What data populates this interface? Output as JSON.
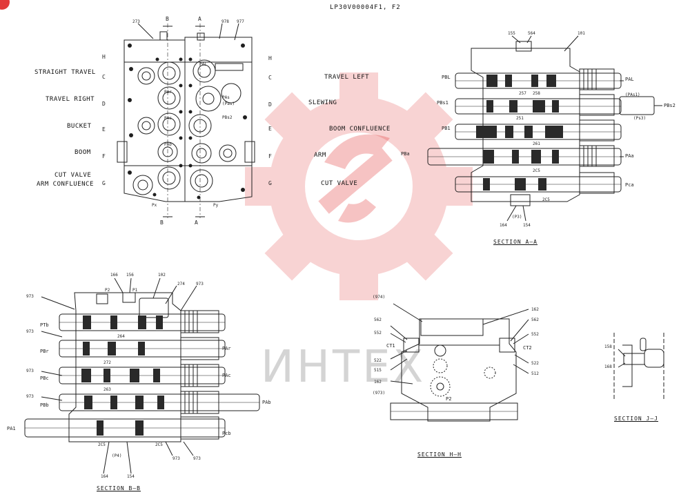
{
  "drawing_number": "LP30V00004F1, F2",
  "colors": {
    "line": "#1f1f1f",
    "watermark": "#e23b3b",
    "watermark_text": "#b7b7b7"
  },
  "watermark": {
    "brand": "ИНТЕХ",
    "icon": "gear-wrench-logo"
  },
  "top_view": {
    "section_marks_top": [
      "B",
      "A"
    ],
    "section_marks_bottom": [
      "B",
      "A"
    ],
    "port_labels_bottom": [
      "Px",
      "Py"
    ],
    "part_numbers": [
      "273",
      "978",
      "977"
    ],
    "rows": [
      {
        "label": "STRAIGHT TRAVEL",
        "mark_left": "H",
        "mark_right": "H"
      },
      {
        "label": "",
        "mark_left": "C",
        "mark_right": "C"
      },
      {
        "label": "TRAVEL RIGHT",
        "mark_left": "D",
        "mark_right": "D"
      },
      {
        "label": "BUCKET",
        "mark_left": "E",
        "mark_right": "E"
      },
      {
        "label": "BOOM",
        "mark_left": "F",
        "mark_right": "F"
      },
      {
        "label": "CUT VALVE",
        "mark_left": "G",
        "mark_right": "G"
      }
    ],
    "extra_label": "ARM CONFLUENCE",
    "right_labels": [
      "TRAVEL LEFT",
      "SLEWING",
      "BOOM CONFLUENCE",
      "ARM",
      "CUT VALVE"
    ],
    "port_texts": [
      "PAL",
      "PAr",
      "PAc",
      "PAb",
      "PAs",
      "PBs2",
      "(Pas)"
    ]
  },
  "section_a": {
    "title": "SECTION A—A",
    "part_numbers_top": [
      "155",
      "564",
      "101"
    ],
    "part_numbers_bottom": [
      "(P3)",
      "164",
      "154"
    ],
    "ports_left": [
      "PBL",
      "PBs1",
      "PB1",
      "PBa",
      ""
    ],
    "ports_right": [
      "PAL",
      "(PAs1)",
      "PBs2",
      "(Ps3)",
      "PAa",
      "Pca"
    ],
    "inner_numbers": [
      "257",
      "258",
      "251",
      "261",
      "2C5",
      "2C5"
    ]
  },
  "section_b": {
    "title": "SECTION B—B",
    "part_numbers_top": [
      "166",
      "156",
      "102",
      "274",
      "973"
    ],
    "ports_top": [
      "P2",
      "P1"
    ],
    "ports_left": [
      "PTb",
      "PBr",
      "PBc",
      "PBb",
      "PA1"
    ],
    "ports_right": [
      "PAr",
      "PAc",
      "PAb",
      "Pcb"
    ],
    "left_numbers": [
      "973",
      "973",
      "973",
      "973"
    ],
    "bottom_numbers": [
      "2C5",
      "2C5",
      "973",
      "973"
    ],
    "bottom_center": [
      "(P4)",
      "164",
      "154"
    ],
    "inner_numbers": [
      "264",
      "272",
      "263"
    ]
  },
  "section_h": {
    "title": "SECTION H—H",
    "left_numbers": [
      "(974)",
      "562",
      "552",
      "CT1",
      "522",
      "515",
      "162",
      "(973)"
    ],
    "right_numbers": [
      "162",
      "562",
      "552",
      "CT2",
      "522",
      "512"
    ],
    "inner": [
      "P2"
    ]
  },
  "section_j": {
    "title": "SECTION J—J",
    "numbers": [
      "158",
      "168"
    ]
  }
}
